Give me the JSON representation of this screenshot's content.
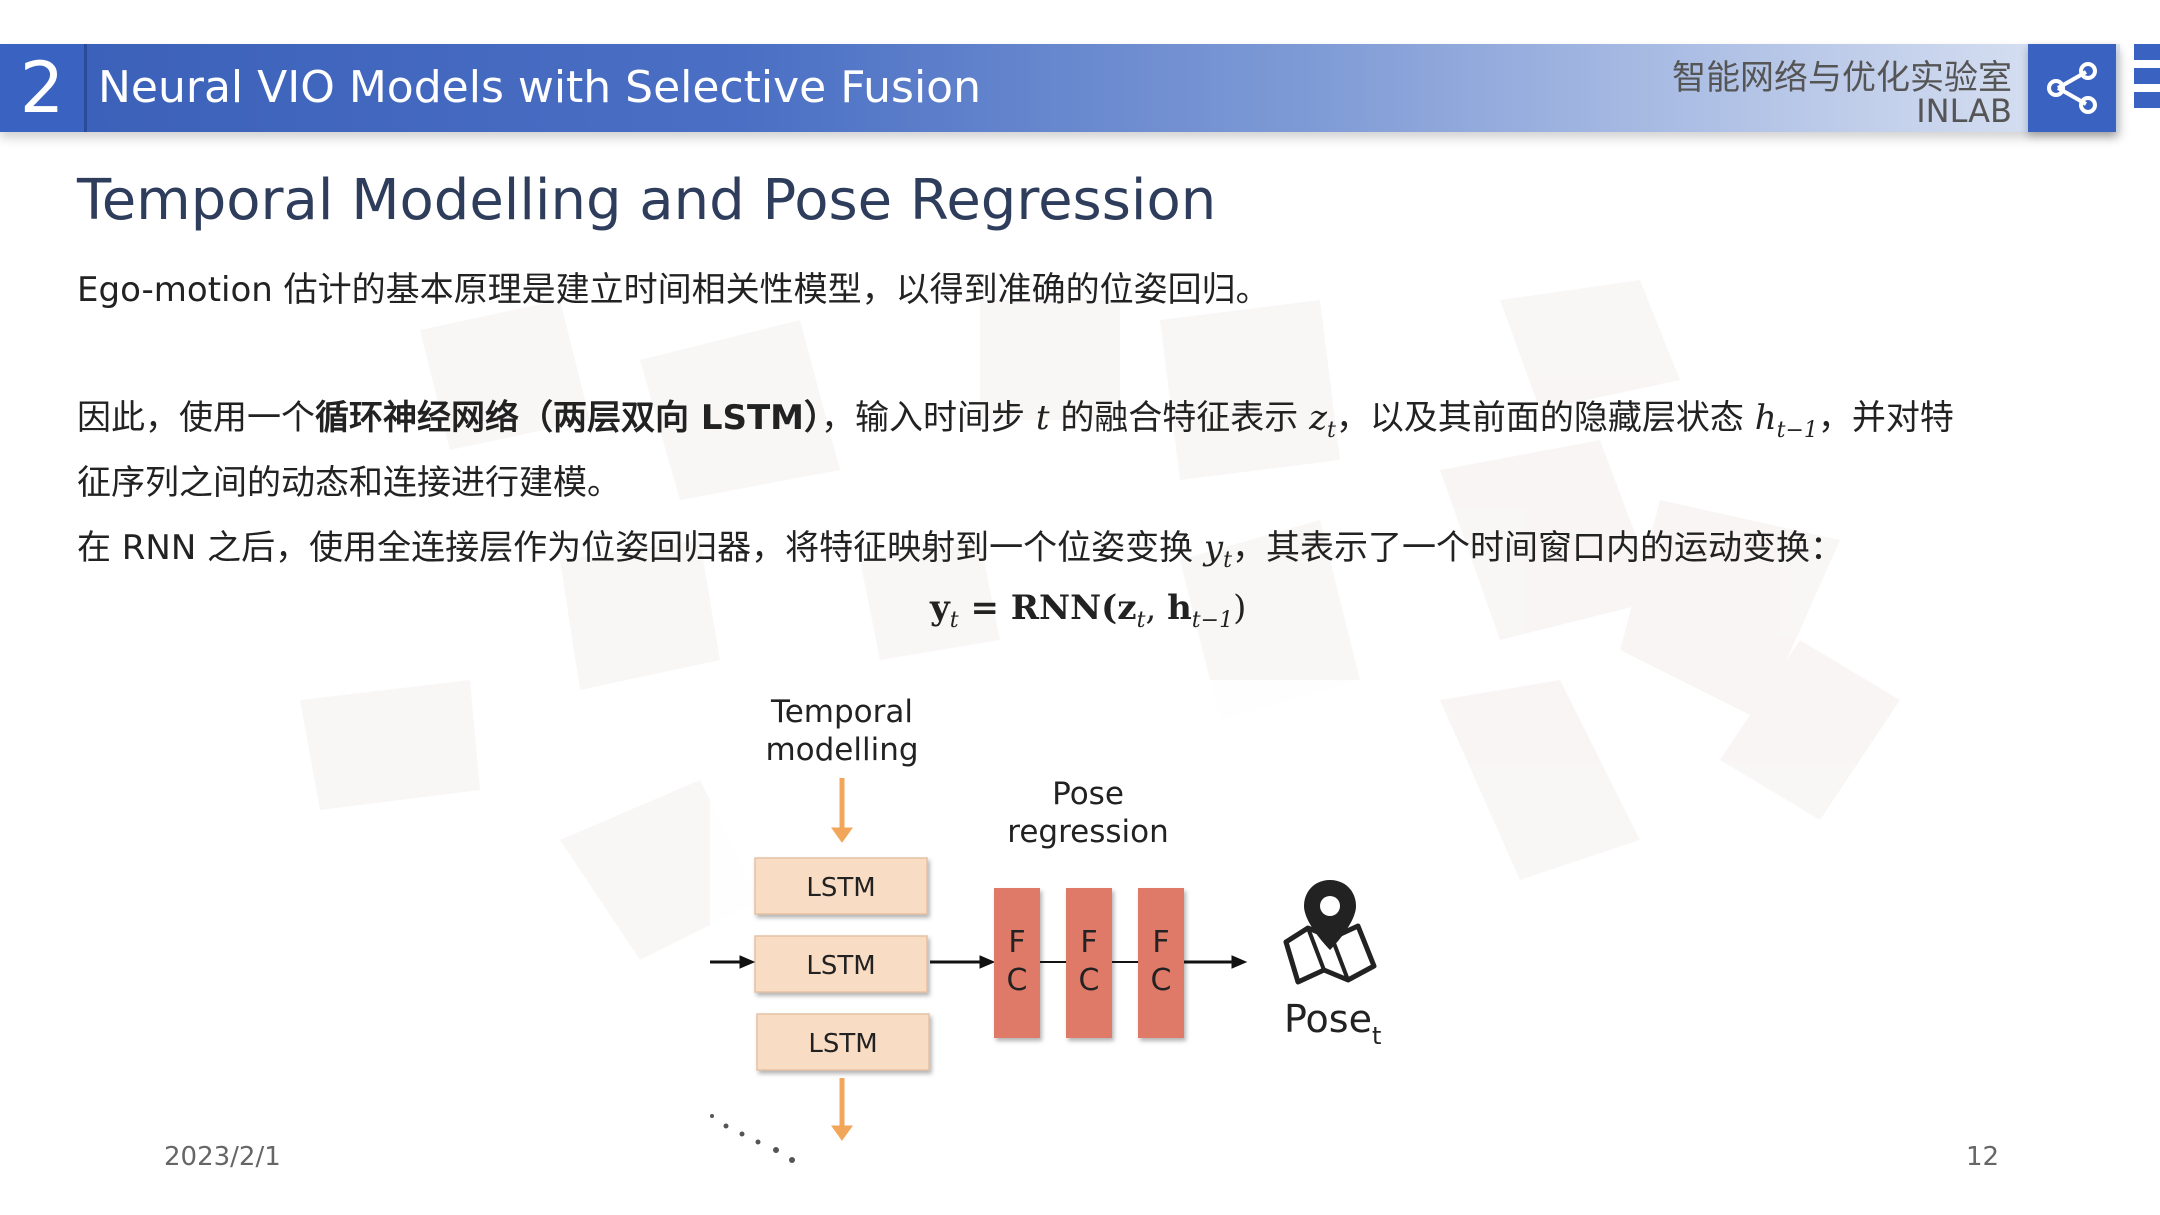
{
  "header": {
    "section_number": "2",
    "title": "Neural VIO Models with Selective Fusion",
    "lab_name_cn": "智能网络与优化实验室",
    "lab_name_en": "INLAB"
  },
  "slide": {
    "title": "Temporal Modelling and Pose Regression",
    "para1": "Ego-motion 估计的基本原理是建立时间相关性模型，以得到准确的位姿回归。",
    "para2": {
      "p1": "因此，使用一个",
      "bold": "循环神经网络（两层双向 LSTM）",
      "p2": "，输入时间步",
      "var_t": "t",
      "p3": "的融合特征表示",
      "var_z": "z",
      "sub_t": "t",
      "p4": "，以及其前面的隐藏层状态",
      "var_h": "h",
      "sub_tm1": "t−1",
      "p5": "，并对特"
    },
    "para2_line2": "征序列之间的动态和连接进行建模。",
    "para3": {
      "p1": "在 RNN 之后，使用全连接层作为位姿回归器，将特征映射到一个位姿变换",
      "var_y": "y",
      "sub_t": "t",
      "p2": "，其表示了一个时间窗口内的运动变换："
    },
    "equation": {
      "y": "y",
      "sub_t": "t",
      "eq": " = RNN(",
      "z": "z",
      "sub_t2": "t",
      "comma": ", ",
      "h": "h",
      "sub_tm1": "t−1",
      "close": ")"
    }
  },
  "diagram": {
    "temporal_label_1": "Temporal",
    "temporal_label_2": "modelling",
    "pose_label_1": "Pose",
    "pose_label_2": "regression",
    "lstm": [
      "LSTM",
      "LSTM",
      "LSTM"
    ],
    "fc_top": [
      "F",
      "F",
      "F"
    ],
    "fc_bottom": [
      "C",
      "C",
      "C"
    ],
    "output_label": "Pose",
    "output_sub": "t",
    "colors": {
      "lstm_fill": "#f9dcc4",
      "fc_fill": "#e07a68",
      "arrow_orange": "#f2a65a"
    }
  },
  "footer": {
    "date": "2023/2/1",
    "page": "12"
  }
}
